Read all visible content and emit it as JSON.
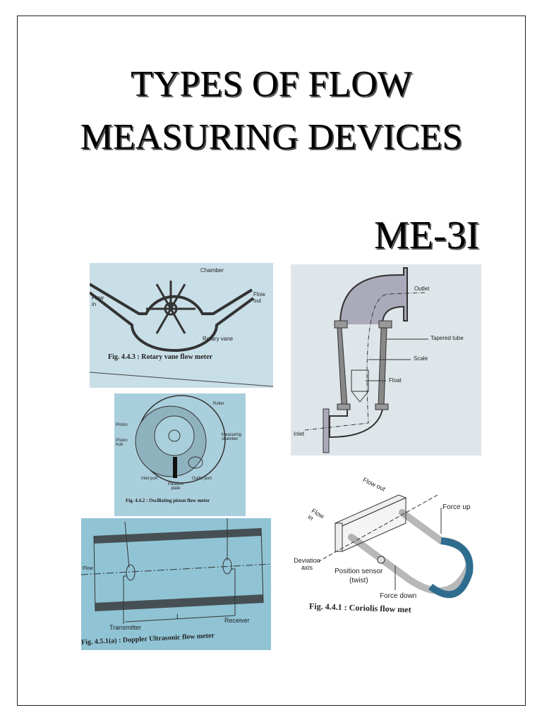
{
  "title": {
    "line1": "TYPES OF FLOW",
    "line2": "MEASURING DEVICES"
  },
  "course_code": "ME-3I",
  "figures": {
    "rotary_vane": {
      "caption": "Fig. 4.4.3 : Rotary vane flow meter",
      "labels": {
        "chamber": "Chamber",
        "flow_in": "Flow in",
        "flow_out": "Flow out",
        "rotary_vane": "Rotary vane"
      }
    },
    "rotameter": {
      "labels": {
        "outlet": "Outlet",
        "tapered_tube": "Tapered tube",
        "scale": "Scale",
        "float": "Float",
        "inlet": "Inlet"
      }
    },
    "oscillating_piston": {
      "caption": "Fig. 4.4.2 : Oscillating piston flow meter",
      "labels": {
        "roller": "Roller",
        "piston": "Piston",
        "piston_hub": "Piston hub",
        "measuring_chamber": "Measuring chamber",
        "inlet_port": "Inlet port",
        "outlet_port": "Outlet port",
        "partition_plate": "Partition plate"
      }
    },
    "doppler": {
      "caption": "Fig. 4.5.1(a) : Doppler  Ultrasonic flow meter",
      "labels": {
        "flow": "Flow",
        "transmitter": "Transmitter",
        "receiver": "Receiver",
        "length": "L"
      }
    },
    "coriolis": {
      "caption": "Fig. 4.4.1 : Coriolis flow met",
      "labels": {
        "flow_out": "Flow out",
        "flow_in": "Flow in",
        "force_up": "Force up",
        "deviation_axis": "Deviation axis",
        "position_sensor": "Position sensor",
        "twist": "(twist)",
        "force_down": "Force down"
      }
    }
  }
}
